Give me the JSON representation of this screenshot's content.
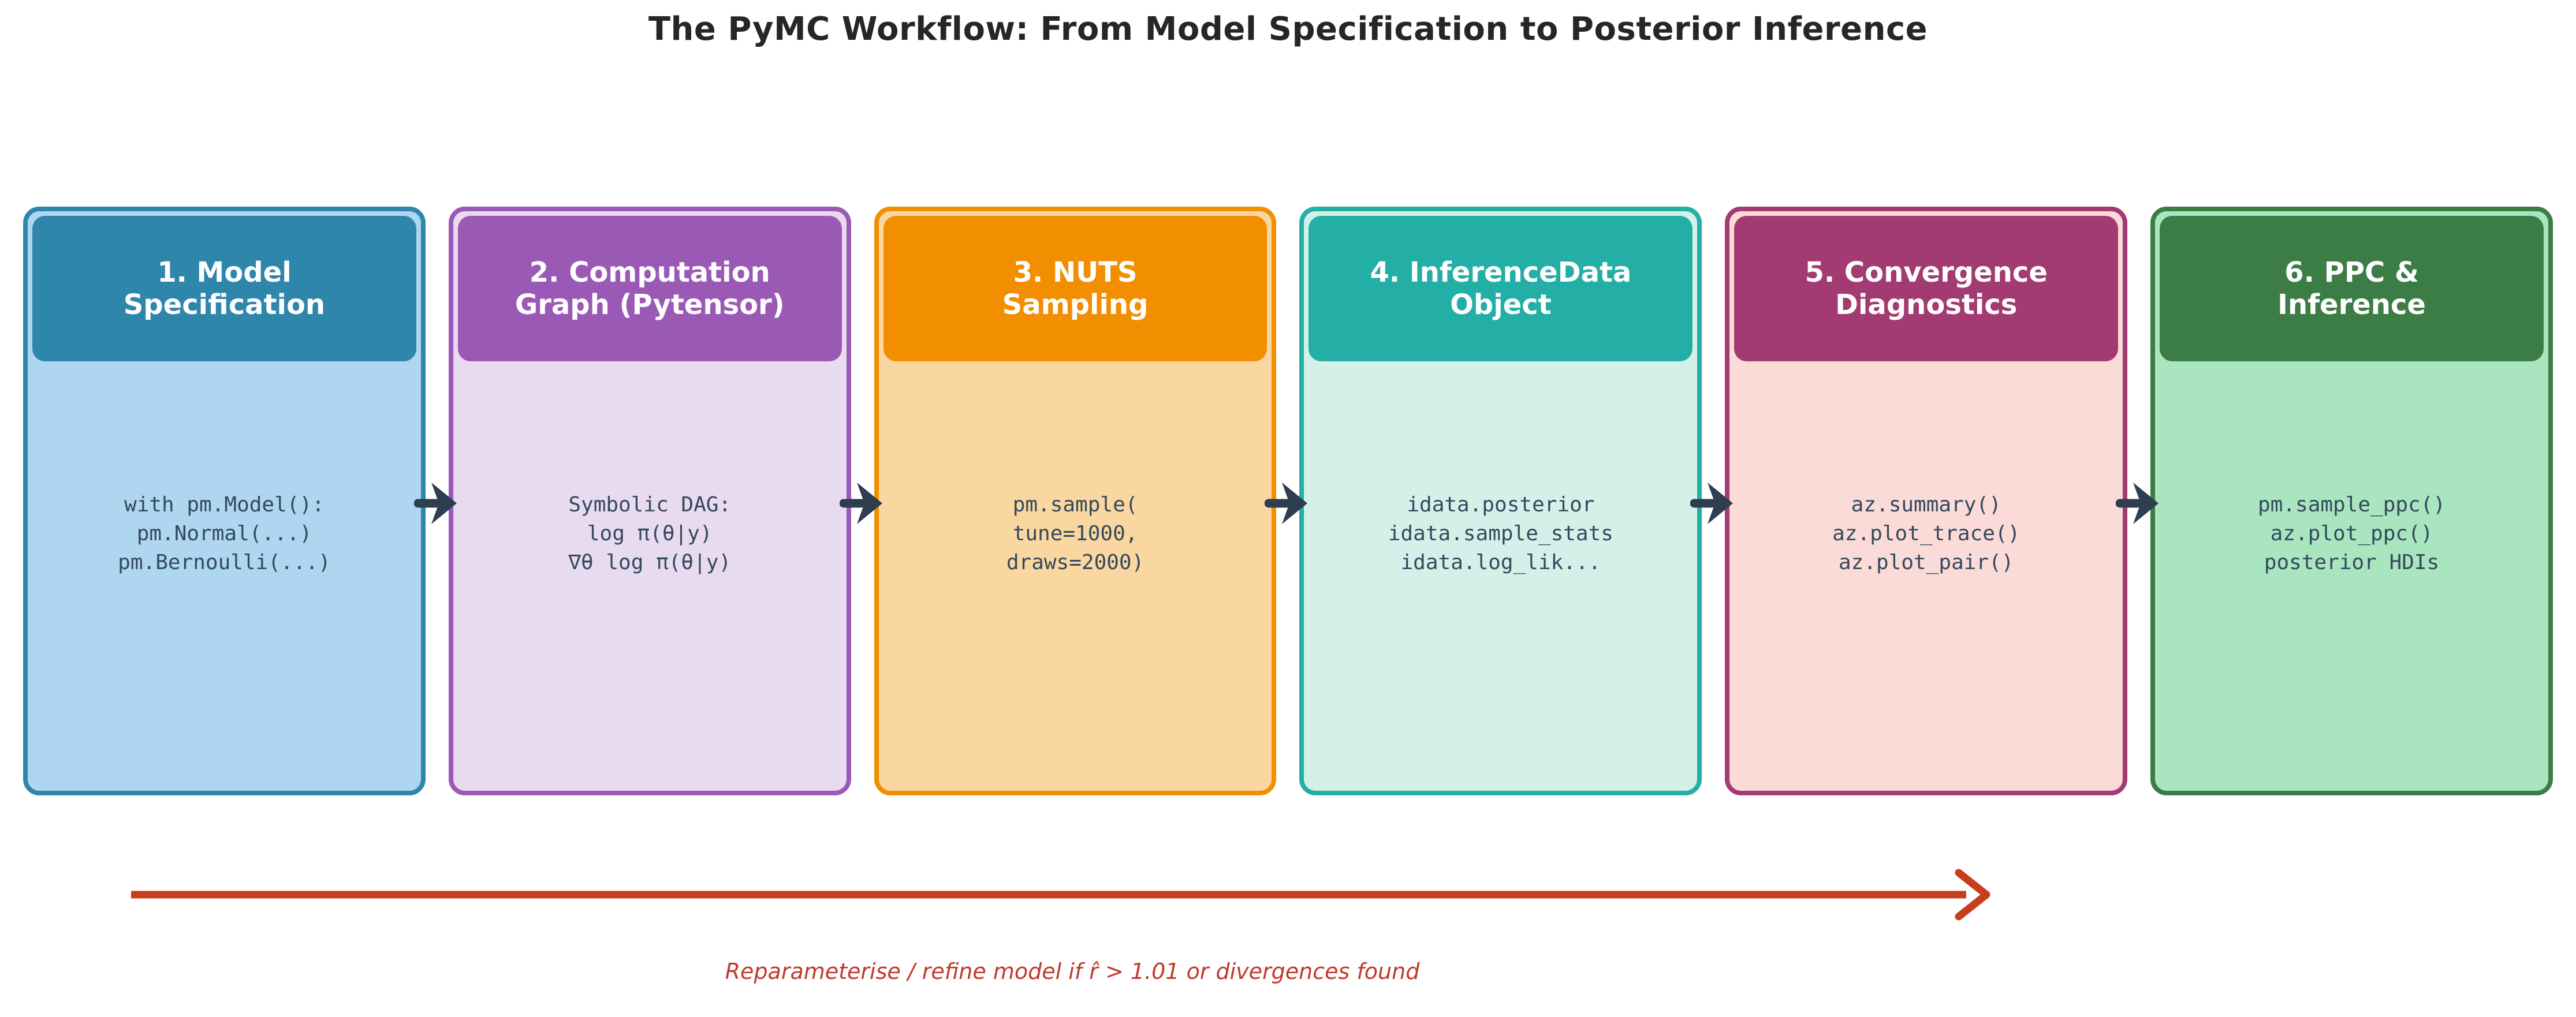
{
  "title": "The PyMC Workflow: From Model Specification to Posterior Inference",
  "boxes": [
    {
      "header": "1. Model\nSpecification",
      "code": "with pm.Model():\npm.Normal(...)\npm.Bernoulli(...)",
      "header_color": "#2E86AB",
      "body_color": "#AED6F1"
    },
    {
      "header": "2. Computation\nGraph (Pytensor)",
      "code": "Symbolic DAG:\nlog π(θ|y)\n∇θ log π(θ|y)",
      "header_color": "#9B59B6",
      "body_color": "#E8DAEF"
    },
    {
      "header": "3. NUTS\nSampling",
      "code": "pm.sample(\ntune=1000,\ndraws=2000)",
      "header_color": "#F18F01",
      "body_color": "#FAD7A0"
    },
    {
      "header": "4. InferenceData\nObject",
      "code": "idata.posterior\nidata.sample_stats\nidata.log_lik...",
      "header_color": "#23AFA5",
      "body_color": "#D4F1E9"
    },
    {
      "header": "5. Convergence\nDiagnostics",
      "code": "az.summary()\naz.plot_trace()\naz.plot_pair()",
      "header_color": "#A23B72",
      "body_color": "#FADBD8"
    },
    {
      "header": "6. PPC &\nInference",
      "code": "pm.sample_ppc()\naz.plot_ppc()\nposterior HDIs",
      "header_color": "#3B7D44",
      "body_color": "#A9E5BE"
    }
  ],
  "flow": {
    "arrow_color": "#2E3D4F"
  },
  "feedback": {
    "arrow_color": "#C73E1D",
    "label": "Reparameterise / refine model if r̂ > 1.01 or divergences found",
    "label_color": "#C0392B"
  },
  "text_colors": {
    "title": "#262626",
    "code": "#34495E",
    "header_text": "#ffffff"
  }
}
